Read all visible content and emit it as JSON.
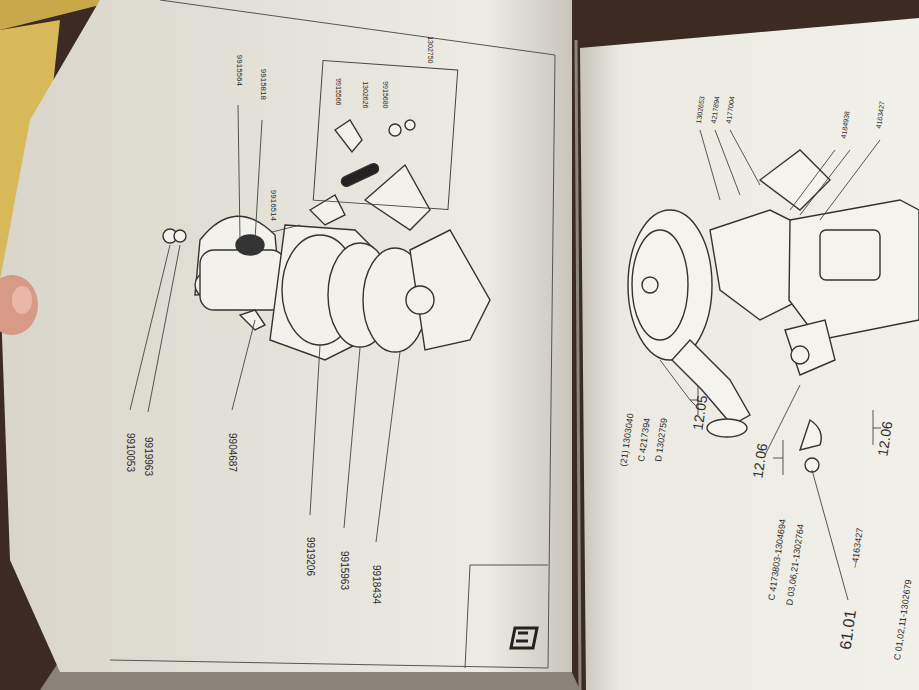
{
  "diagram": {
    "labels": [
      "9910053",
      "9919963",
      "9904687",
      "9919206",
      "9915963",
      "9918434",
      "9915564",
      "9915818",
      "9916514",
      "9915566",
      "1302626",
      "9915680",
      "1302750",
      "12.05",
      "(21) 1303040",
      "C 4217394",
      "D 1302759",
      "12.06",
      "C 4173803-1304694",
      "D 03,06,21-1302764",
      "61.01",
      "–4163427",
      "12.06",
      "C 01,02,11-1302679",
      "1302653",
      "4217894",
      "4177004",
      "4184938",
      "4163427"
    ]
  }
}
